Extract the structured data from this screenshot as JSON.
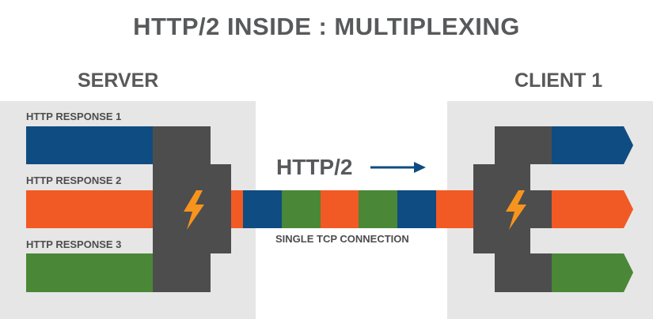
{
  "title": "HTTP/2 INSIDE : MULTIPLEXING",
  "server_label": "SERVER",
  "client_label": "CLIENT 1",
  "responses": [
    {
      "label": "HTTP RESPONSE 1",
      "color": "#0f4c81"
    },
    {
      "label": "HTTP RESPONSE 2",
      "color": "#f15a24"
    },
    {
      "label": "HTTP RESPONSE 3",
      "color": "#4a8736"
    }
  ],
  "protocol_label": "HTTP/2",
  "connection_label": "SINGLE TCP CONNECTION",
  "connection_segments": [
    "#f15a24",
    "#0f4c81",
    "#4a8736",
    "#f15a24",
    "#4a8736",
    "#0f4c81",
    "#f15a24"
  ],
  "colors": {
    "blue": "#0f4c81",
    "orange": "#f15a24",
    "green": "#4a8736",
    "dark_gray": "#4d4d4d",
    "panel_gray": "#e6e6e6",
    "bolt": "#f7941d"
  },
  "icons": [
    "lightning-bolt-icon",
    "arrow-right-icon"
  ]
}
